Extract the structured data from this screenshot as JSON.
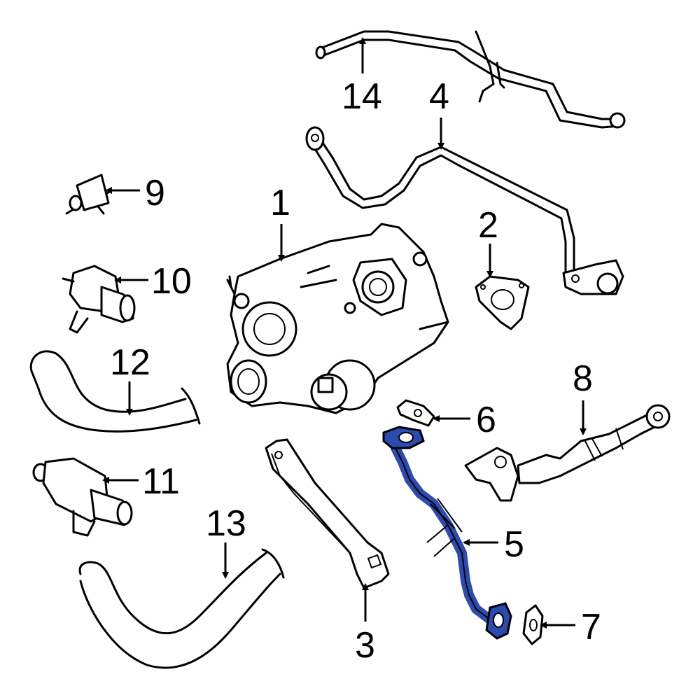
{
  "callouts": [
    {
      "id": "1",
      "label": "1"
    },
    {
      "id": "2",
      "label": "2"
    },
    {
      "id": "3",
      "label": "3"
    },
    {
      "id": "4",
      "label": "4"
    },
    {
      "id": "5",
      "label": "5"
    },
    {
      "id": "6",
      "label": "6"
    },
    {
      "id": "7",
      "label": "7"
    },
    {
      "id": "8",
      "label": "8"
    },
    {
      "id": "9",
      "label": "9"
    },
    {
      "id": "10",
      "label": "10"
    },
    {
      "id": "11",
      "label": "11"
    },
    {
      "id": "12",
      "label": "12"
    },
    {
      "id": "13",
      "label": "13"
    },
    {
      "id": "14",
      "label": "14"
    }
  ],
  "colors": {
    "line": "#000000",
    "highlight": "#2b4bb0",
    "background": "#ffffff"
  }
}
